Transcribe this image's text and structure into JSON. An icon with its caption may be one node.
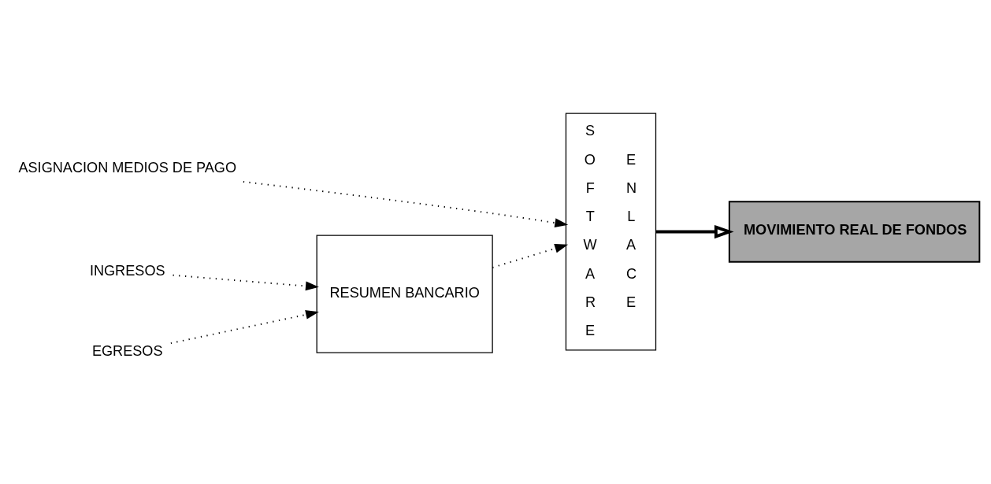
{
  "diagram": {
    "nodes": [
      {
        "text": [
          "ASIGNACION MEDIOS DE PAGO"
        ]
      },
      {
        "text": [
          "INGRESOS"
        ]
      },
      {
        "text": [
          "EGRESOS"
        ]
      },
      {
        "text": [
          "RESUMEN BANCARIO"
        ]
      },
      {
        "text": [
          "S O F T W A R E",
          "E N L A C E"
        ]
      },
      {
        "text": [
          "MOVIMIENTO REAL DE FONDOS"
        ]
      }
    ],
    "edges": [
      {
        "from": 0,
        "to": 4,
        "arrow": "to",
        "style": "dashed"
      },
      {
        "from": 1,
        "to": 3,
        "arrow": "to",
        "style": "dashed"
      },
      {
        "from": 2,
        "to": 3,
        "arrow": "to",
        "style": "dashed"
      },
      {
        "from": 3,
        "to": 4,
        "arrow": "to",
        "style": "dashed"
      },
      {
        "from": 4,
        "to": 5,
        "arrow": "to",
        "style": "thick"
      }
    ]
  }
}
